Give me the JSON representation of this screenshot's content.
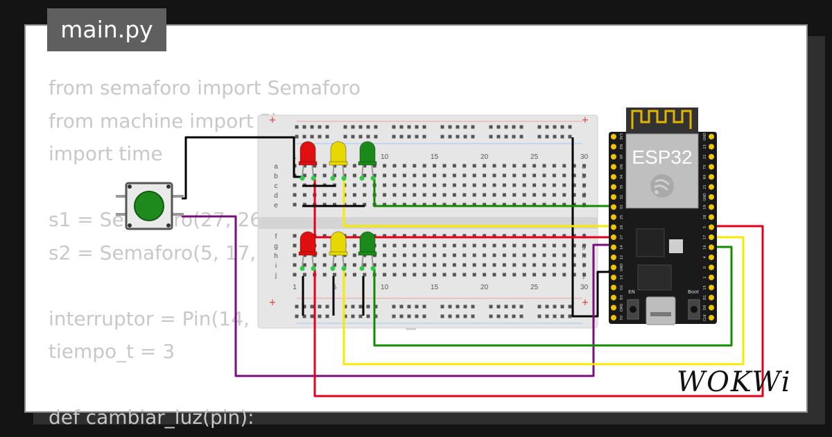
{
  "file_tab": {
    "label": "main.py"
  },
  "code_lines": [
    "from semaforo import Semaforo",
    "from machine import Pin",
    "import time",
    "",
    "s1 = Semaforo(27, 26, 25)",
    "s2 = Semaforo(5, 17, 16)",
    "",
    "interruptor = Pin(14, Pin.IN, Pin.PULL_UP)",
    "tiempo_t = 3",
    "",
    "def cambiar_luz(pin):"
  ],
  "board": {
    "label": "ESP32",
    "left_pins": [
      "3V3",
      "EN",
      "VP",
      "VN",
      "34",
      "35",
      "32",
      "33",
      "25",
      "26",
      "27",
      "14",
      "12",
      "GND",
      "13",
      "D2",
      "D3",
      "CMD",
      "5V"
    ],
    "right_pins": [
      "GND",
      "23",
      "22",
      "TX",
      "RX",
      "21",
      "GND",
      "19",
      "18",
      "5",
      "17",
      "16",
      "4",
      "0",
      "2",
      "15",
      "D1",
      "D0",
      "CLK"
    ],
    "button_labels": [
      "EN",
      "Boot"
    ]
  },
  "breadboard": {
    "column_numbers": [
      "1",
      "5",
      "10",
      "15",
      "20",
      "25",
      "30"
    ],
    "row_letters_top": [
      "a",
      "b",
      "c",
      "d",
      "e"
    ],
    "row_letters_bottom": [
      "f",
      "g",
      "h",
      "i",
      "j"
    ],
    "rail_signs": [
      "+",
      "+",
      "+",
      "+"
    ]
  },
  "branding": {
    "logo": "WOKWi"
  },
  "colors": {
    "wire_red": "#e4001b",
    "wire_yellow": "#f5ea00",
    "wire_green": "#118c00",
    "wire_purple": "#7a0c7c",
    "wire_black": "#000000",
    "led_red": "#e01010",
    "led_yellow": "#e6d800",
    "led_green": "#1a8a1a",
    "button_green": "#1e8a1e"
  },
  "icons": [
    "wifi-antenna-icon",
    "espressif-logo-icon",
    "usb-port-icon"
  ]
}
